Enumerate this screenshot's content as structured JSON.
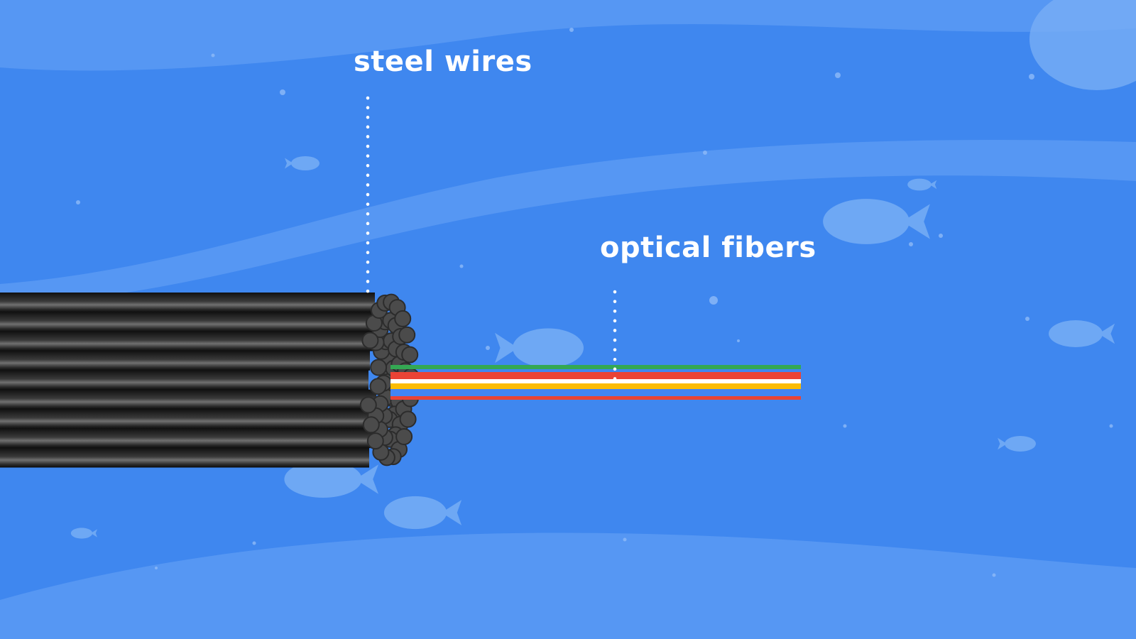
{
  "labels": {
    "steel_wires": "steel wires",
    "optical_fibers": "optical fibers"
  },
  "colors": {
    "background": "#3f87ef",
    "swoosh": "#6aa4f5",
    "fish": "#78aef5",
    "cable_dark": "#1e1e1e",
    "cable_light": "#6a6a6a",
    "cable_end": "#4a4a4a",
    "leader_dots": "#ffffff",
    "fiber_green": "#34a853",
    "fiber_red": "#ea4335",
    "fiber_white": "#ffffff",
    "fiber_yellow": "#fbbc05",
    "fiber_blue": "#4285f4"
  },
  "icons": {
    "decoration": "fish-icon",
    "object": "cable-bundle"
  }
}
